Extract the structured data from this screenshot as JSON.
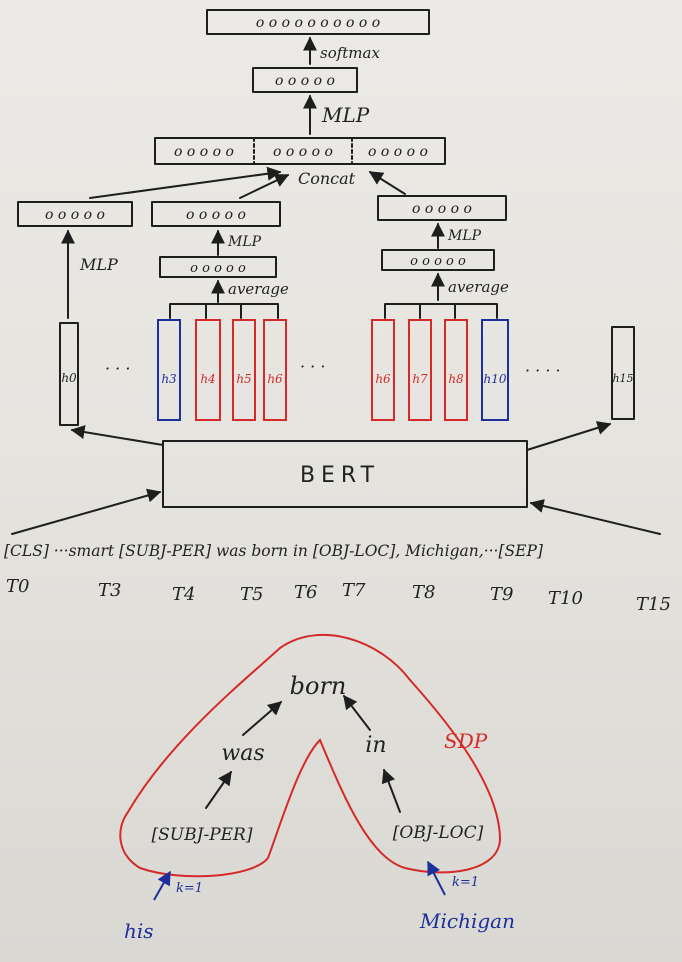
{
  "labels": {
    "softmax": "softmax",
    "mlp_top": "MLP",
    "concat": "Concat",
    "mlp_left": "MLP",
    "mlp_mid": "MLP",
    "mlp_right": "MLP",
    "avg_mid": "average",
    "avg_right": "average",
    "bert": "BERT",
    "sdp": "SDP"
  },
  "vectors": {
    "out": "o o o o o o o o o o",
    "mlp_top": "o o o o o",
    "concat_1": "o o o o o",
    "concat_2": "o o o o o",
    "concat_3": "o o o o o",
    "cls": "o o o o o",
    "subj": "o o o o o",
    "obj": "o o o o o",
    "subj_pool": "o o o o o",
    "obj_pool": "o o o o o"
  },
  "hidden": {
    "h0": "h0",
    "h3": "h3",
    "h4": "h4",
    "h5": "h5",
    "h6": "h6",
    "h6b": "h6",
    "h7": "h7",
    "h8": "h8",
    "h10": "h10",
    "h15": "h15",
    "dots1": "· · ·",
    "dots2": "· · ·",
    "dots3": "· · · ·"
  },
  "input_sentence": "[CLS] ···smart [SUBJ-PER] was born in [OBJ-LOC], Michigan,···[SEP]",
  "tokens": [
    "T0",
    "T3",
    "T4",
    "T5",
    "T6",
    "T7",
    "T8",
    "T9",
    "T10",
    "T15"
  ],
  "tree": {
    "root": "born",
    "left_mid": "was",
    "right_mid": "in",
    "left_leaf": "[SUBJ-PER]",
    "right_leaf": "[OBJ-LOC]",
    "left_k": "k=1",
    "right_k": "k=1",
    "left_word": "his",
    "right_word": "Michigan"
  }
}
